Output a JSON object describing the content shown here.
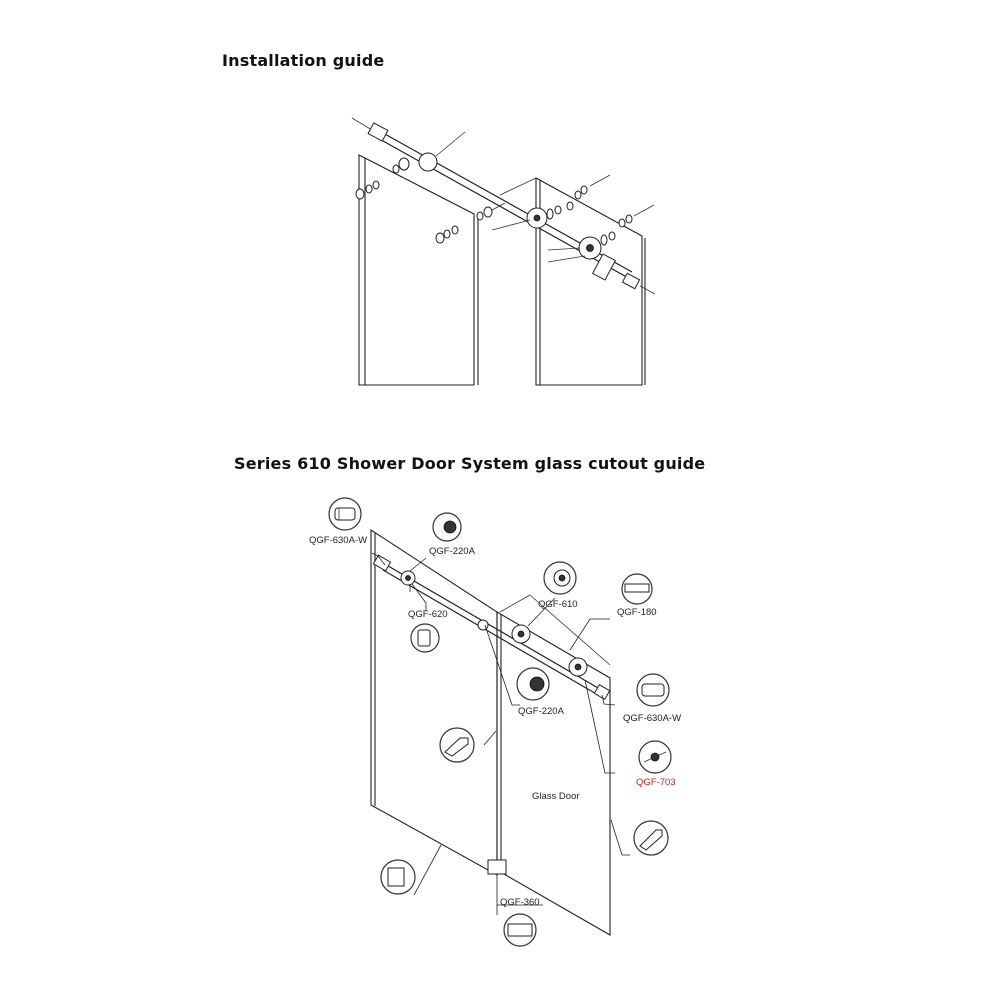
{
  "headings": {
    "installation": "Installation  guide",
    "cutout": "Series 610 Shower Door System glass cutout guide"
  },
  "labels": {
    "qgf630a_w_left": "QGF-630A-W",
    "qgf220a_top": "QGF-220A",
    "qgf610": "QGF-610",
    "qgf180": "QGF-180",
    "qgf620": "QGF-620",
    "qgf220a_bottom": "QGF-220A",
    "qgf630a_w_right": "QGF-630A-W",
    "qgf703": "QGF-703",
    "glass_door": "Glass Door",
    "qgf360": "QGF-360"
  },
  "colors": {
    "line": "#222222",
    "highlight_label": "#d42020",
    "bubble_border": "#333333"
  },
  "icons": [
    "door-panel-outline",
    "exploded-hardware",
    "part-thumbnail"
  ]
}
